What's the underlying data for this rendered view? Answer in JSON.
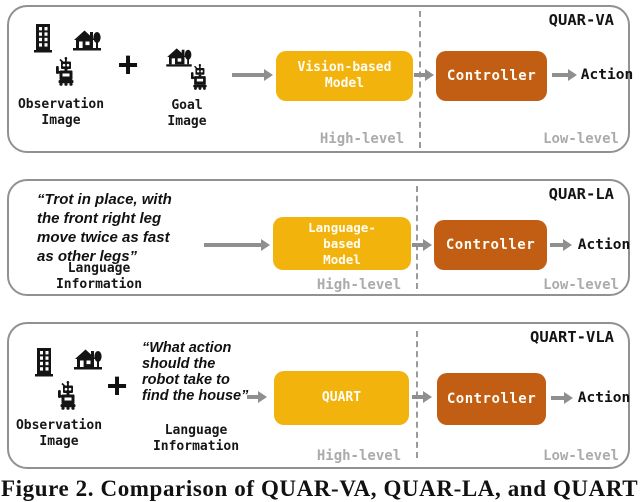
{
  "colors": {
    "model_box_yellow": "#F2B30D",
    "controller_box_orange": "#C25E13",
    "panel_border_gray": "#919191",
    "level_label_gray": "#ABABAB",
    "arrow_gray": "#8F8F8F",
    "text_black": "#111111"
  },
  "icons": {
    "building": "building-icon",
    "house": "house-with-tree-icon",
    "robot": "robot-icon"
  },
  "panels": [
    {
      "title": "QUAR-VA",
      "observation_label": "Observation\nImage",
      "goal_label": "Goal\nImage",
      "plus": "+",
      "model_label": "Vision-based\nModel",
      "controller_label": "Controller",
      "action_label": "Action",
      "high_label": "High-level",
      "low_label": "Low-level"
    },
    {
      "title": "QUAR-LA",
      "quote": "“Trot in place, with\nthe front right leg\nmove twice as fast\nas other legs”",
      "language_label": "Language\nInformation",
      "model_label": "Language-\nbased\nModel",
      "controller_label": "Controller",
      "action_label": "Action",
      "high_label": "High-level",
      "low_label": "Low-level"
    },
    {
      "title": "QUART-VLA",
      "observation_label": "Observation\nImage",
      "plus": "+",
      "quote": "“What action\nshould the\nrobot take to\nfind the house”",
      "language_label": "Language\nInformation",
      "model_label": "QUART",
      "controller_label": "Controller",
      "action_label": "Action",
      "high_label": "High-level",
      "low_label": "Low-level"
    }
  ],
  "caption": {
    "text": "Figure 2. Comparison of QUAR-VA, QUAR-LA, and QUART"
  }
}
